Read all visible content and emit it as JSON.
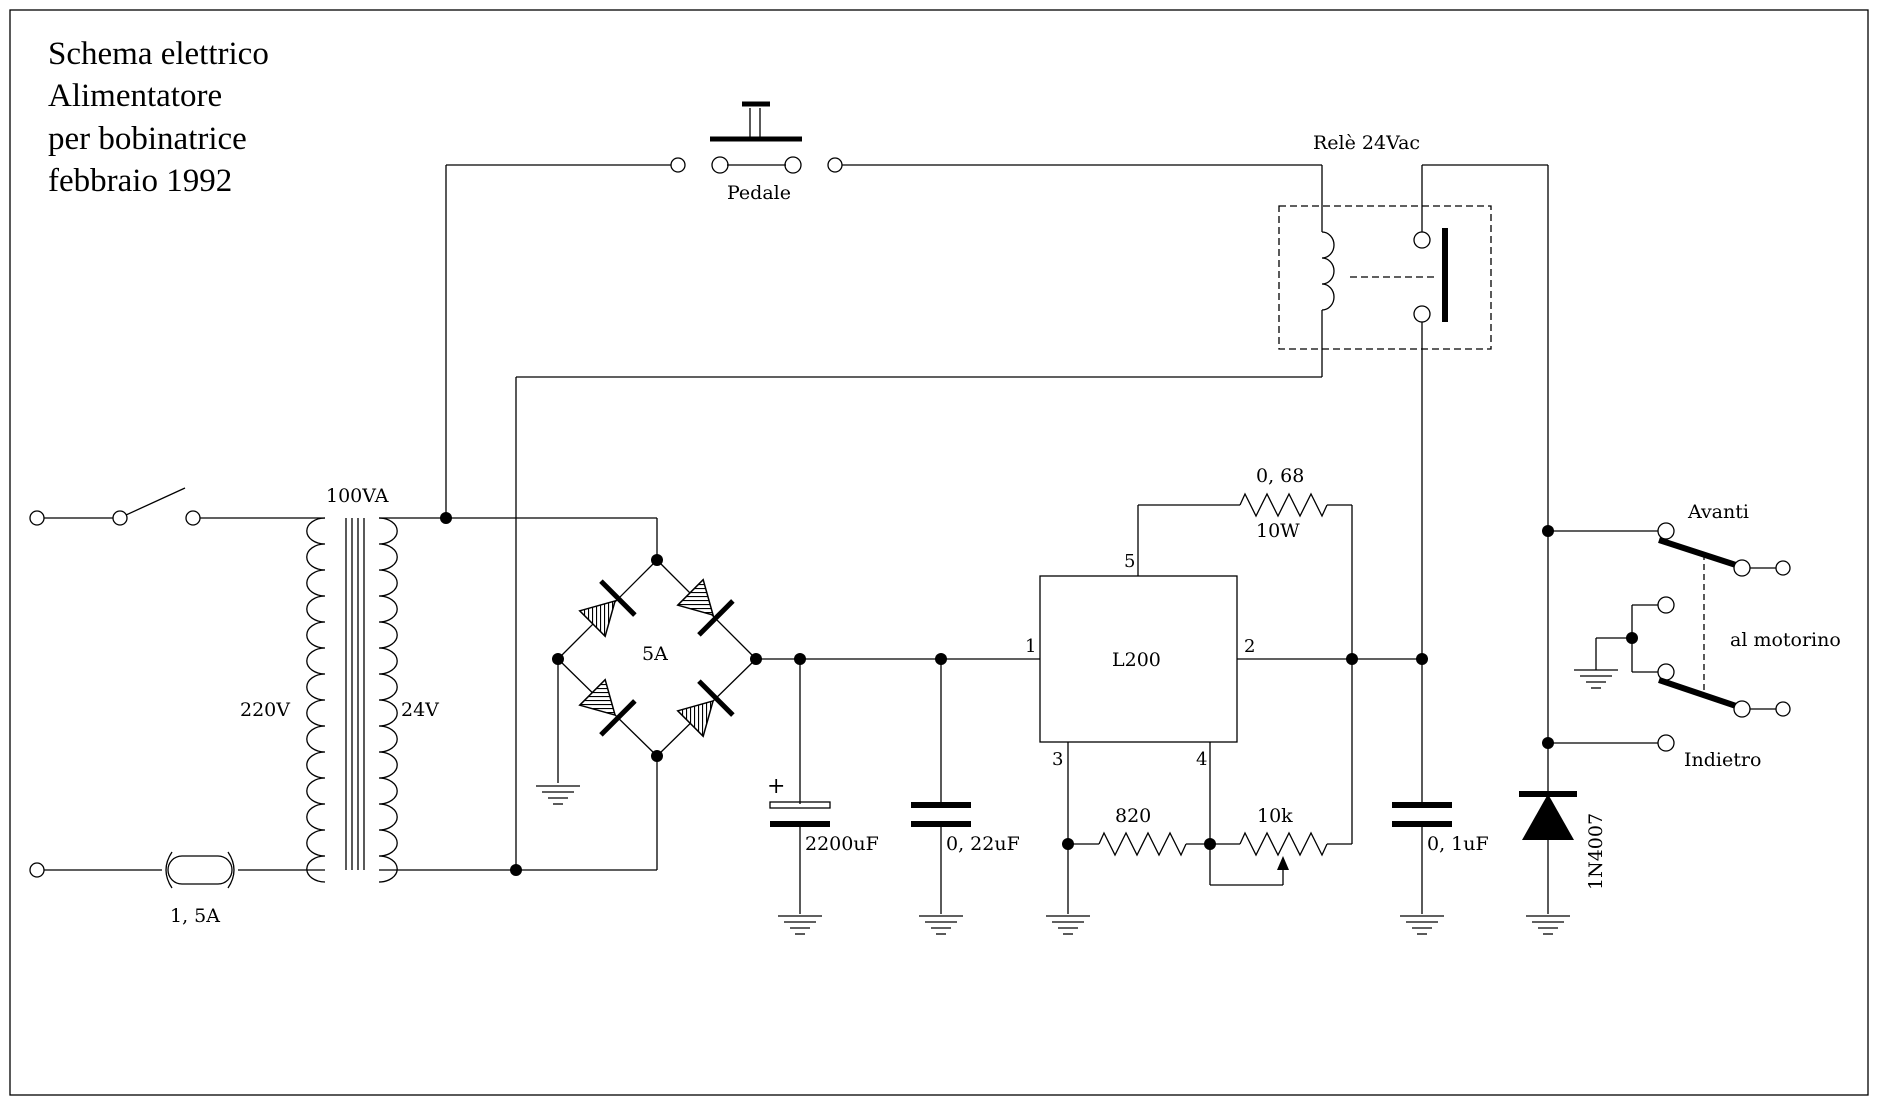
{
  "title_lines": [
    "Schema elettrico",
    "Alimentatore",
    "per bobinatrice",
    "febbraio 1992"
  ],
  "labels": {
    "transformer_power": "100VA",
    "primary_voltage": "220V",
    "secondary_voltage": "24V",
    "fuse": "1, 5A",
    "bridge": "5A",
    "pedal": "Pedale",
    "relay": "Relè 24Vac",
    "reg_ic": "L200",
    "c1": "2200uF",
    "c2": "0, 22uF",
    "c3": "0, 1uF",
    "r_sense_value": "0, 68",
    "r_sense_power": "10W",
    "r_fixed": "820",
    "r_pot": "10k",
    "diode": "1N4007",
    "forward": "Avanti",
    "reverse": "Indietro",
    "motor": "al motorino",
    "c1_polarity": "+"
  },
  "pins": {
    "p1": "1",
    "p2": "2",
    "p3": "3",
    "p4": "4",
    "p5": "5"
  }
}
